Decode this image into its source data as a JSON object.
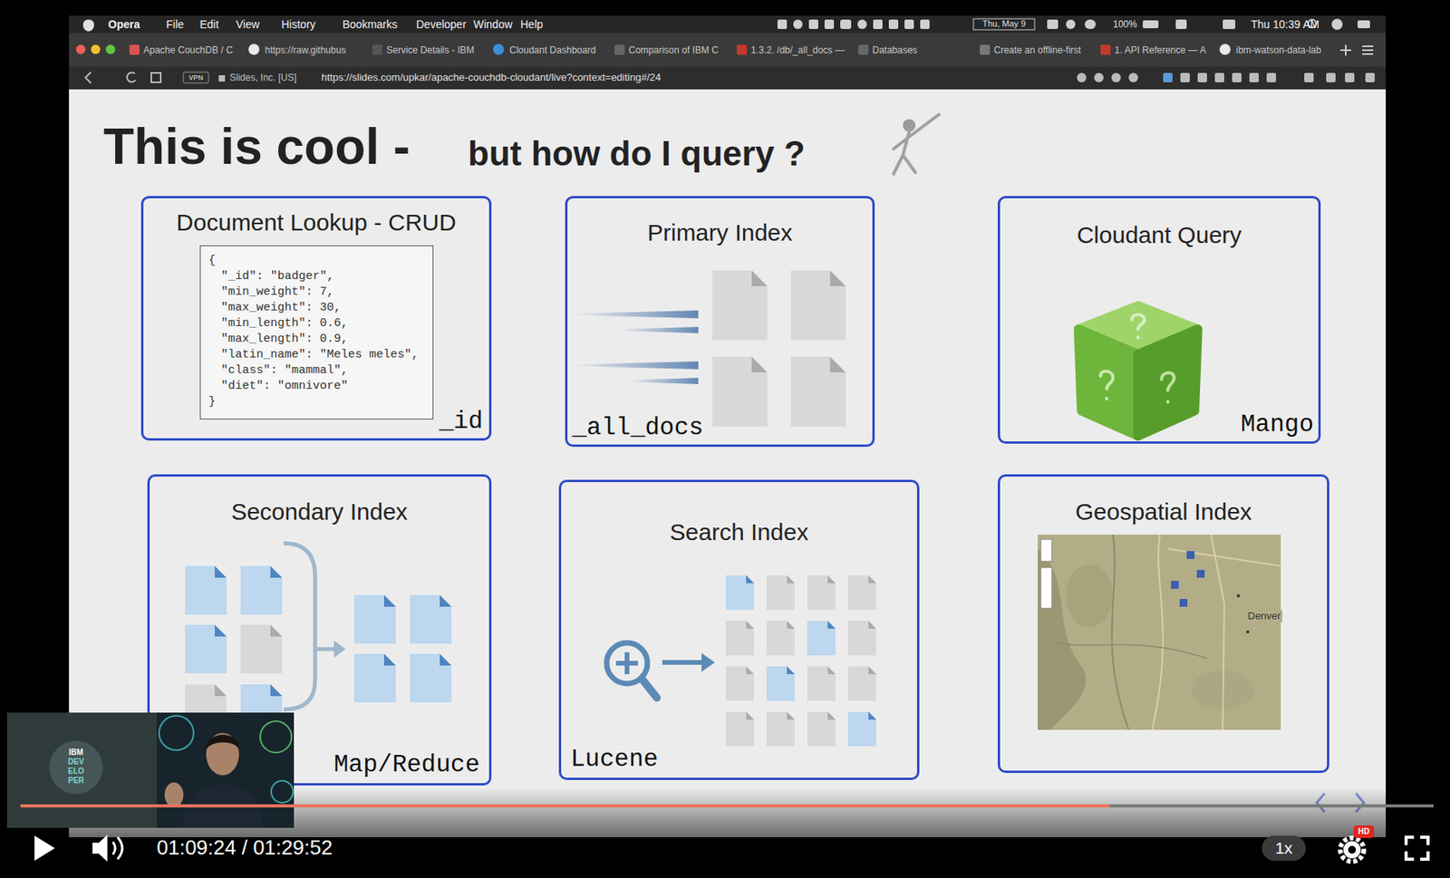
{
  "diagram": {
    "title": "This is cool -",
    "nodes": [
      {
        "text": [
          "Document Lookup - CRUD",
          "_id"
        ]
      },
      {
        "text": [
          "{",
          "\"_id\": \"badger\",",
          "\"min_weight\": 7,",
          "\"max_weight\": 30,",
          "\"min_length\": 0.6,",
          "\"max_length\": 0.9,",
          "\"latin_name\": \"Meles meles\",",
          "\"class\": \"mammal\",",
          "\"diet\": \"omnivore\"",
          "}"
        ],
        "in": 0
      },
      {
        "text": [
          "Primary Index",
          "_all_docs"
        ]
      },
      {
        "text": [
          "Cloudant Query",
          "Mango"
        ]
      },
      {
        "text": [
          "Secondary Index",
          "Map/Reduce"
        ]
      },
      {
        "text": [
          "Search Index",
          "Lucene"
        ]
      },
      {
        "text": [
          "Geospatial Index"
        ]
      }
    ],
    "labels": [
      "Opera",
      "File",
      "Edit",
      "View",
      "History",
      "Bookmarks",
      "Developer",
      "Window",
      "Help",
      "Thu, May 9",
      "100%",
      "Thu 10:39 AM",
      "Apache CouchDB / C",
      "https://raw.githubus",
      "Service Details - IBM",
      "Cloudant Dashboard",
      "Comparison of IBM C",
      "1.3.2. /db/_all_docs —",
      "Databases",
      "Create an offline-first",
      "1. API Reference — A",
      "ibm-watson-data-lab",
      "VPN",
      "Slides, Inc. [US]",
      "https://slides.com/upkar/apache-couchdb-cloudant/live?context=editing#/24",
      "but how do I query ?",
      "Denver",
      "IBM",
      "DEV",
      "ELO",
      "PER",
      "01:09:24 / 01:29:52",
      "1x",
      "HD"
    ]
  }
}
